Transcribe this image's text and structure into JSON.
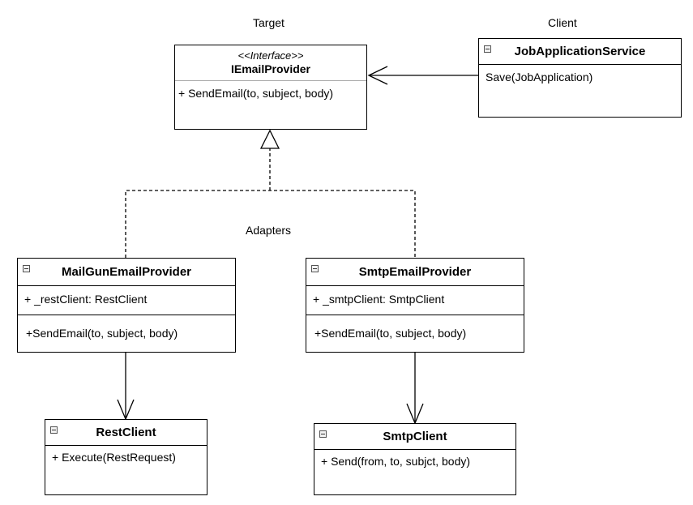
{
  "labels": {
    "target": "Target",
    "client": "Client",
    "adapters": "Adapters"
  },
  "interface": {
    "stereotype": "<<Interface>>",
    "name": "IEmailProvider",
    "methods": [
      "+ SendEmail(to, subject, body)"
    ]
  },
  "job_application_service": {
    "name": "JobApplicationService",
    "methods": [
      "Save(JobApplication)"
    ]
  },
  "mailgun_provider": {
    "name": "MailGunEmailProvider",
    "fields": [
      "+ _restClient: RestClient"
    ],
    "methods": [
      "+SendEmail(to, subject, body)"
    ]
  },
  "smtp_provider": {
    "name": "SmtpEmailProvider",
    "fields": [
      "+ _smtpClient: SmtpClient"
    ],
    "methods": [
      "+SendEmail(to, subject, body)"
    ]
  },
  "rest_client": {
    "name": "RestClient",
    "methods": [
      "+ Execute(RestRequest)"
    ]
  },
  "smtp_client": {
    "name": "SmtpClient",
    "methods": [
      "+ Send(from, to, subjct, body)"
    ]
  }
}
